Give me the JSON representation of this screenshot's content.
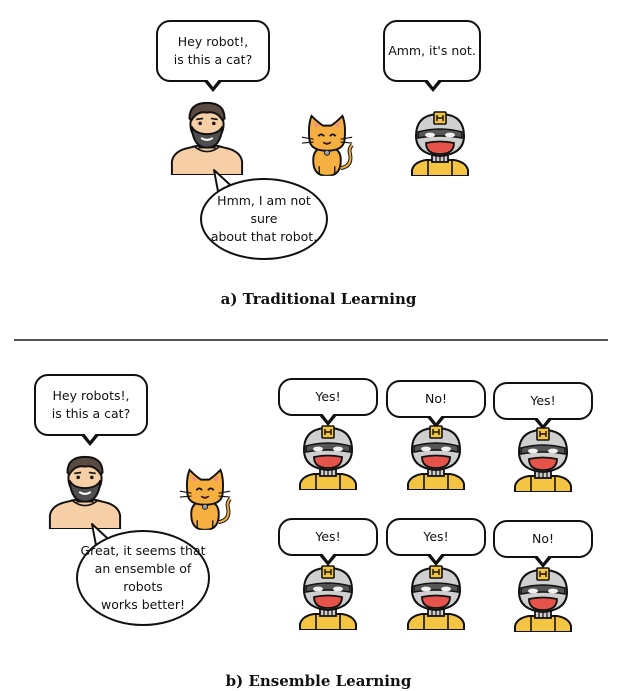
{
  "top": {
    "human_question": "Hey robot!,\nis this a cat?",
    "robot_answer": "Amm, it's not.",
    "human_reply": "Hmm, I am not sure\nabout that robot.",
    "caption": "a) Traditional Learning"
  },
  "bottom": {
    "human_question": "Hey robots!,\nis this a cat?",
    "robot_answers": [
      "Yes!",
      "No!",
      "Yes!",
      "Yes!",
      "Yes!",
      "No!"
    ],
    "human_reply": "Great, it seems that\nan ensemble of robots\nworks better!",
    "caption": "b) Ensemble Learning"
  },
  "icons": {
    "human": "bearded-man-icon",
    "cat": "cat-icon",
    "robot": "robot-icon"
  },
  "colors": {
    "skin": "#f6cfa6",
    "hair": "#5a4a42",
    "beard": "#4e4e4e",
    "cat": "#f5b041",
    "robot_face": "#cfcfcf",
    "robot_visor": "#555555",
    "robot_mouth": "#e5534b",
    "robot_gold": "#f4c542"
  }
}
